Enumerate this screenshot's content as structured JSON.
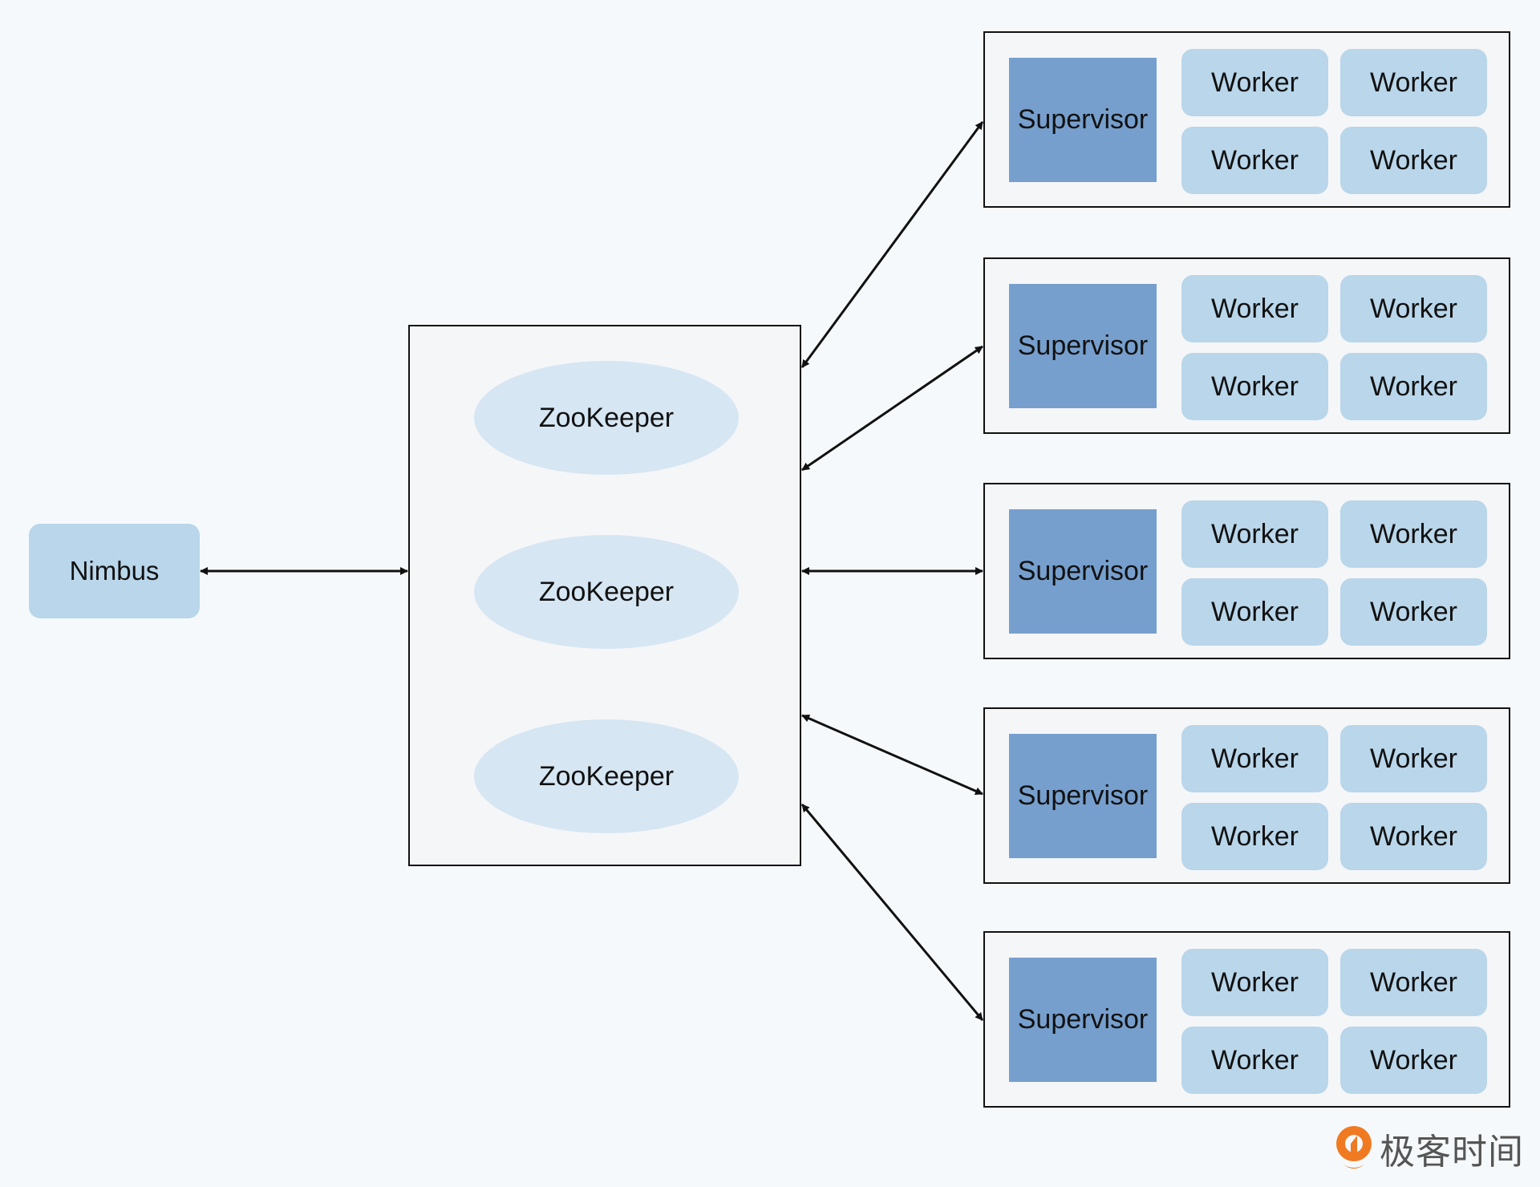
{
  "nimbus": {
    "label": "Nimbus"
  },
  "zookeeper_cluster": {
    "nodes": [
      {
        "label": "ZooKeeper"
      },
      {
        "label": "ZooKeeper"
      },
      {
        "label": "ZooKeeper"
      }
    ]
  },
  "supervisor_groups": [
    {
      "supervisor": "Supervisor",
      "workers": [
        "Worker",
        "Worker",
        "Worker",
        "Worker"
      ]
    },
    {
      "supervisor": "Supervisor",
      "workers": [
        "Worker",
        "Worker",
        "Worker",
        "Worker"
      ]
    },
    {
      "supervisor": "Supervisor",
      "workers": [
        "Worker",
        "Worker",
        "Worker",
        "Worker"
      ]
    },
    {
      "supervisor": "Supervisor",
      "workers": [
        "Worker",
        "Worker",
        "Worker",
        "Worker"
      ]
    },
    {
      "supervisor": "Supervisor",
      "workers": [
        "Worker",
        "Worker",
        "Worker",
        "Worker"
      ]
    }
  ],
  "connections": [
    {
      "from": "Nimbus",
      "to": "ZooKeeper cluster",
      "direction": "bidirectional"
    },
    {
      "from": "ZooKeeper cluster",
      "to": "Supervisor group 1",
      "direction": "bidirectional"
    },
    {
      "from": "ZooKeeper cluster",
      "to": "Supervisor group 2",
      "direction": "bidirectional"
    },
    {
      "from": "ZooKeeper cluster",
      "to": "Supervisor group 3",
      "direction": "bidirectional"
    },
    {
      "from": "ZooKeeper cluster",
      "to": "Supervisor group 4",
      "direction": "bidirectional"
    },
    {
      "from": "ZooKeeper cluster",
      "to": "Supervisor group 5",
      "direction": "bidirectional"
    }
  ],
  "watermark": {
    "text": "极客时间",
    "icon": "geektime-logo-icon"
  },
  "colors": {
    "background": "#f6f9fb",
    "nimbus_fill": "#b9d6ea",
    "worker_fill": "#b9d6ea",
    "supervisor_fill": "#769fcd",
    "zookeeper_fill": "#d6e6f3",
    "container_fill": "#f5f6f8",
    "logo_orange": "#f07a22"
  }
}
